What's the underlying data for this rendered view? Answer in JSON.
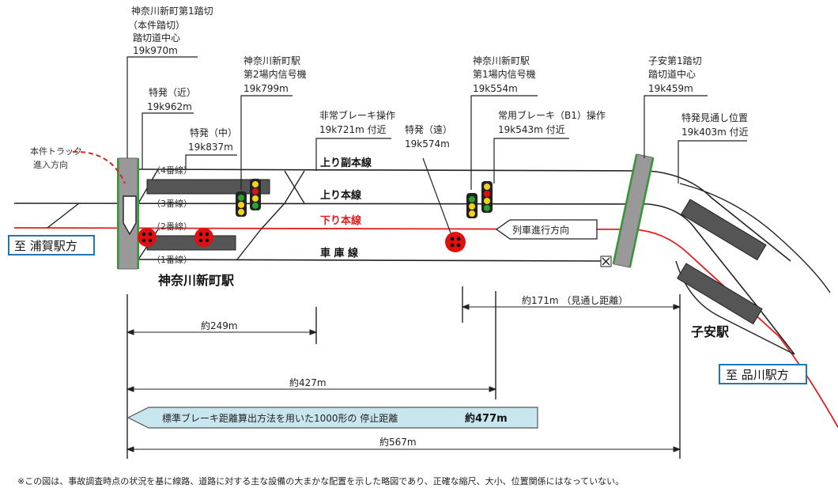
{
  "labels": {
    "crossing1": [
      "神奈川新町第1踏切",
      "（本件踏切）",
      "踏切道中心",
      "19k970m"
    ],
    "tokuhatsu_near": [
      "特発（近）",
      "19k962m"
    ],
    "tokuhatsu_mid": [
      "特発（中）",
      "19k837m"
    ],
    "home_signal2": [
      "神奈川新町駅",
      "第2場内信号機",
      "19k799m"
    ],
    "emergency_brake": [
      "非常ブレーキ操作",
      "19k721m 付近"
    ],
    "tokuhatsu_far": [
      "特発（遠）",
      "19k574m"
    ],
    "home_signal1": [
      "神奈川新町駅",
      "第1場内信号機",
      "19k554m"
    ],
    "service_brake": [
      "常用ブレーキ（B1）操作",
      "19k543m 付近"
    ],
    "koyasu_crossing": [
      "子安第1踏切",
      "踏切道中心",
      "19k459m"
    ],
    "tokuhatsu_view": [
      "特発見通し位置",
      "19k403m 付近"
    ],
    "truck_entry": [
      "本件トラック",
      "進入方向"
    ],
    "track4": "（4番線）",
    "track3": "（3番線）",
    "track2": "（2番線）",
    "track1": "（1番線）",
    "up_sub": "上り副本線",
    "up_main": "上り本線",
    "down_main": "下り本線",
    "depot": "車 庫 線",
    "station_kanagawa": "神奈川新町駅",
    "station_koyasu": "子安駅",
    "to_uraga": "至 浦賀駅方",
    "to_shinagawa": "至 品川駅方",
    "train_direction": "列車進行方向",
    "dist_171": "約171m （見通し距離）",
    "dist_249": "約249m",
    "dist_427": "約427m",
    "dist_567": "約567m",
    "stop_arrow_text": "標準ブレーキ距離算出方法を用いた1000形の 停止距離",
    "stop_arrow_value": "約477m",
    "footnote": "※この図は、事故調査時点の状況を基に線路、道路に対する主な設備の大まかな配置を示した略図であり、正確な縮尺、大小、位置関係にはなっていない。"
  },
  "colors": {
    "down_track": "#e02020",
    "crossing_green": "#2ca02c",
    "station_box": "#1f77b4",
    "stop_arrow_fill": "#c8e6ee",
    "signal_red": "#e01010",
    "signal_yellow": "#f4d21e",
    "signal_green": "#2ca02c",
    "platform": "#555555"
  }
}
